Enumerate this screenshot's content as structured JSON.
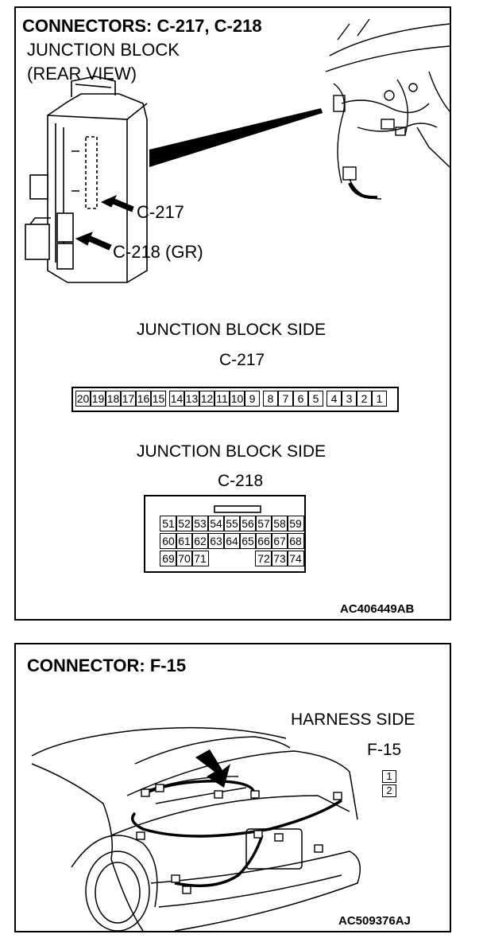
{
  "panel1": {
    "title": "CONNECTORS: C-217, C-218",
    "subtitle_line1": "JUNCTION BLOCK",
    "subtitle_line2": "(REAR VIEW)",
    "callout_c217": "C-217",
    "callout_c218": "C-218 (GR)",
    "c217_heading": "JUNCTION BLOCK SIDE",
    "c217_name": "C-217",
    "c217_pins": [
      "20",
      "19",
      "18",
      "17",
      "16",
      "15",
      "14",
      "13",
      "12",
      "11",
      "10",
      "9",
      "8",
      "7",
      "6",
      "5",
      "4",
      "3",
      "2",
      "1"
    ],
    "c218_heading": "JUNCTION BLOCK SIDE",
    "c218_name": "C-218",
    "c218_rows": [
      [
        "51",
        "52",
        "53",
        "54",
        "55",
        "56",
        "57",
        "58",
        "59"
      ],
      [
        "60",
        "61",
        "62",
        "63",
        "64",
        "65",
        "66",
        "67",
        "68"
      ],
      [
        "69",
        "70",
        "71",
        "",
        "",
        "",
        "72",
        "73",
        "74"
      ]
    ],
    "figure_code": "AC406449AB"
  },
  "panel2": {
    "title": "CONNECTOR: F-15",
    "side_label": "HARNESS SIDE",
    "connector_name": "F-15",
    "pins": [
      "1",
      "2"
    ],
    "figure_code": "AC509376AJ"
  }
}
